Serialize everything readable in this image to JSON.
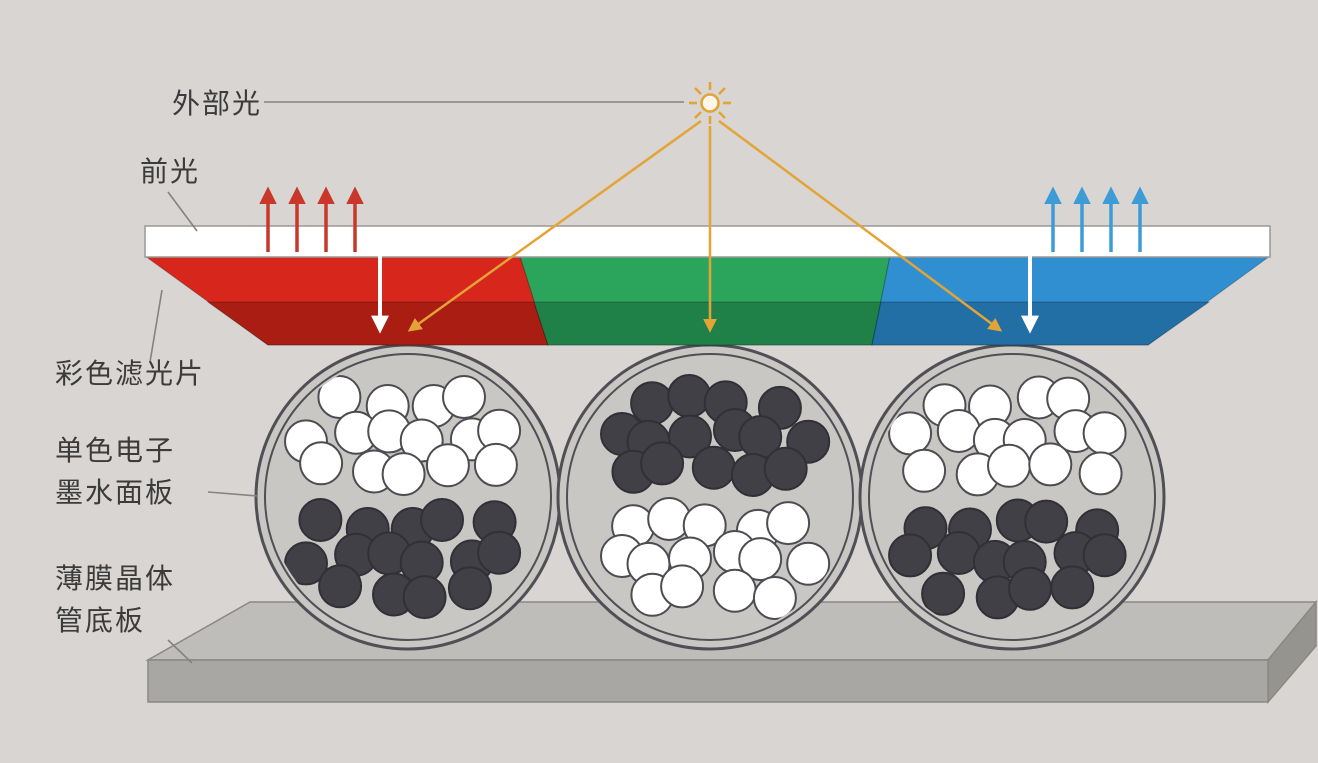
{
  "labels": {
    "external_light": "外部光",
    "front_light": "前光",
    "color_filter": "彩色滤光片",
    "mono_eink_line1": "单色电子",
    "mono_eink_line2": "墨水面板",
    "tft_line1": "薄膜晶体",
    "tft_line2": "管底板"
  },
  "colors": {
    "background": "#d8d5d2",
    "red_filter": "#d7271d",
    "green_filter": "#2ba45c",
    "blue_filter": "#2f8fd0",
    "sun": "#e3a437",
    "red_arrow": "#c8372a",
    "blue_arrow": "#3d9bd6",
    "white_arrow": "#ffffff",
    "white_ball": "#ffffff",
    "dark_ball": "#404046",
    "capsule_fill": "#c9c7c4",
    "slab_top": "#bfbdba"
  },
  "capsules": [
    {
      "top": "white",
      "bottom": "dark"
    },
    {
      "top": "dark",
      "bottom": "white"
    },
    {
      "top": "white",
      "bottom": "dark"
    }
  ]
}
